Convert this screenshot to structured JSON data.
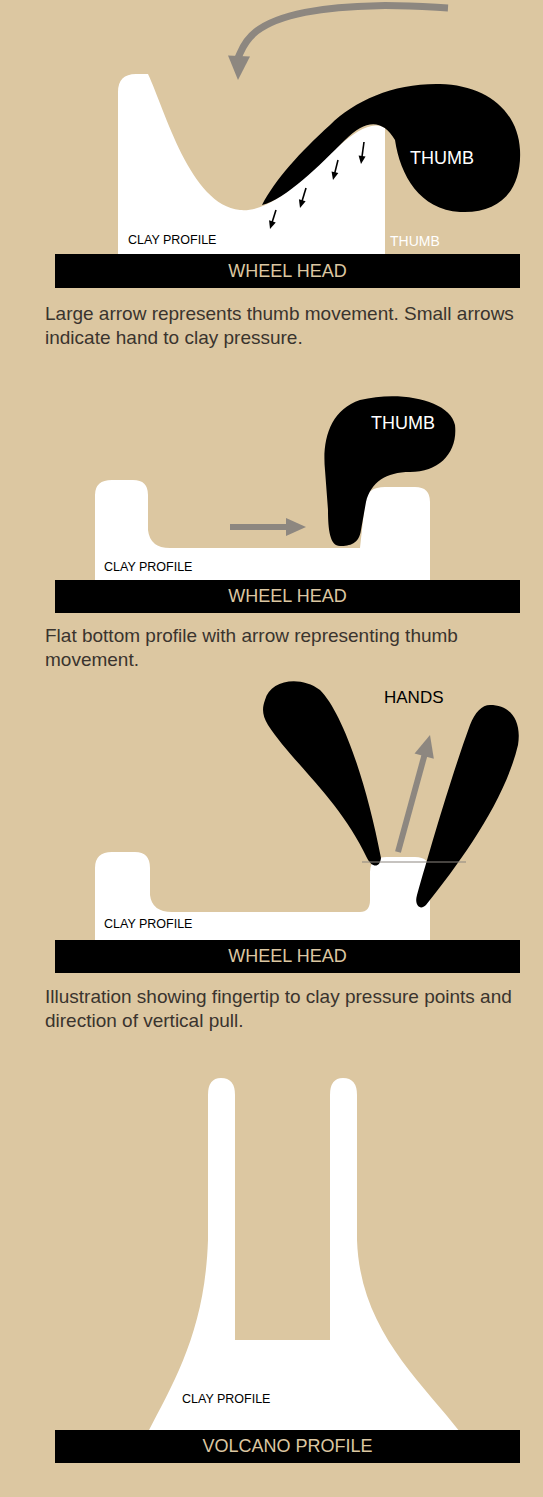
{
  "diagram": {
    "nodes": [
      {
        "text": [
          "THUMB"
        ]
      },
      {
        "text": [
          "CLAY PROFILE"
        ]
      },
      {
        "text": [
          "WHEEL HEAD"
        ]
      },
      {
        "text": [
          "THUMB"
        ]
      },
      {
        "text": [
          "CLAY PROFILE"
        ]
      },
      {
        "text": [
          "WHEEL HEAD"
        ]
      },
      {
        "text": [
          "CLAY PROFILE"
        ]
      },
      {
        "text": [
          "WHEEL HEAD"
        ]
      },
      {
        "text": [
          "CLAY PROFILE"
        ]
      },
      {
        "text": [
          "VOLCANO PROFILE"
        ]
      }
    ],
    "labels": [
      "THUMB",
      "Large arrow represents thumb movement. Small arrows indicate hand to clay pressure.",
      "Flat bottom profile with arrow representing thumb movement.",
      "HANDS",
      "Illustration showing fingertip to clay pressure points and direction of vertical pull."
    ]
  }
}
